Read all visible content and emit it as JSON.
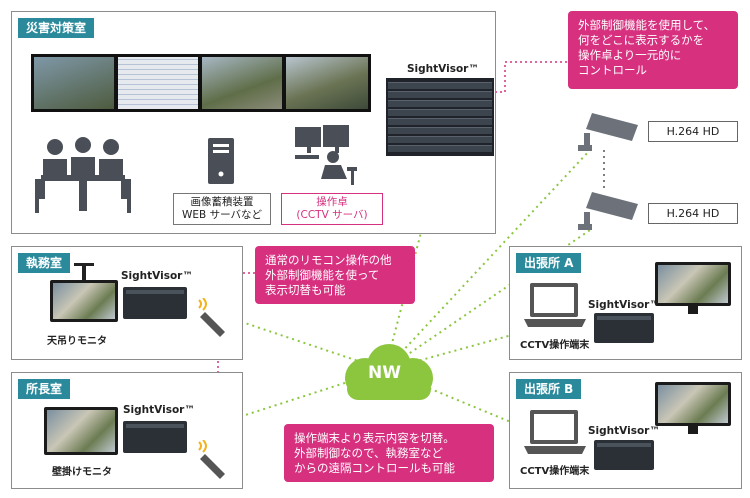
{
  "rooms": {
    "disaster": {
      "label": "災害対策室"
    },
    "duty": {
      "label": "執務室"
    },
    "director": {
      "label": "所長室"
    },
    "branch_a": {
      "label": "出張所 A"
    },
    "branch_b": {
      "label": "出張所 B"
    }
  },
  "products": {
    "sightvisor": "SightVisor™"
  },
  "disaster_room": {
    "storage_server": "画像蓄積装置\nWEB サーバなど",
    "console": "操作卓\n(CCTV サーバ)"
  },
  "duty_room": {
    "monitor_caption": "天吊りモニタ"
  },
  "director_room": {
    "monitor_caption": "壁掛けモニタ"
  },
  "branch_terminal_caption": "CCTV操作端末",
  "cameras": [
    {
      "label": "H.264 HD"
    },
    {
      "label": "H.264 HD"
    }
  ],
  "network": {
    "label": "NW"
  },
  "callouts": {
    "top": "外部制御機能を使用して、\n何をどこに表示するかを\n操作卓より一元的に\nコントロール",
    "middle": "通常のリモコン操作の他\n外部制御機能を使って\n表示切替も可能",
    "bottom": "操作端末より表示内容を切替。\n外部制御なので、執務室など\nからの遠隔コントロールも可能"
  },
  "colors": {
    "label_bg": "#2a8a9c",
    "callout_bg": "#d6307f",
    "network_green": "#8cc63f",
    "link_green": "#8cc63f",
    "control_pink": "#d6307f"
  }
}
